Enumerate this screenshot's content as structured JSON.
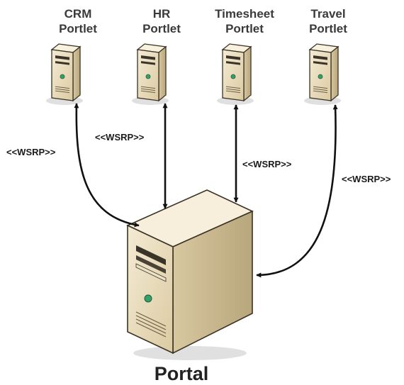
{
  "portlets": [
    {
      "line1": "CRM",
      "line2": "Portlet"
    },
    {
      "line1": "HR",
      "line2": "Portlet"
    },
    {
      "line1": "Timesheet",
      "line2": "Portlet"
    },
    {
      "line1": "Travel",
      "line2": "Portlet"
    }
  ],
  "connections": [
    {
      "label": "<<WSRP>>"
    },
    {
      "label": "<<WSRP>>"
    },
    {
      "label": "<<WSRP>>"
    },
    {
      "label": "<<WSRP>>"
    }
  ],
  "portal": {
    "label": "Portal"
  },
  "colors": {
    "server_front": "#ece0c2",
    "server_top": "#f6eedb",
    "server_side": "#cdbd95",
    "server_outline": "#3b3325",
    "indicator": "#35a06a",
    "arrow": "#111111"
  }
}
